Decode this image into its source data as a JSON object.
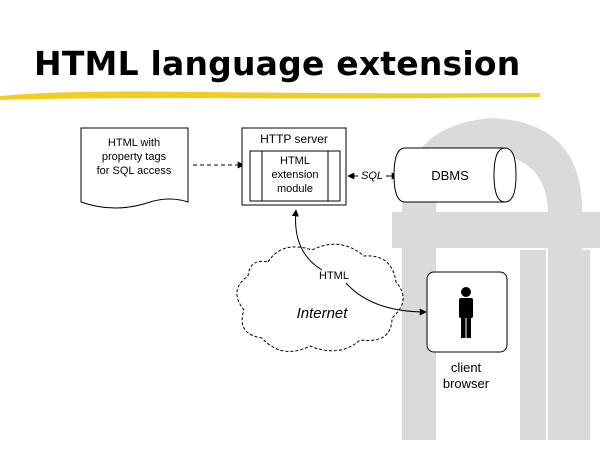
{
  "slide": {
    "title": "HTML language extension"
  },
  "diagram": {
    "document": {
      "lines": [
        "HTML with",
        "property tags",
        "for SQL access"
      ]
    },
    "http_server": {
      "label": "HTTP server",
      "module_lines": [
        "HTML",
        "extension",
        "module"
      ]
    },
    "sql_label": "SQL",
    "dbms_label": "DBMS",
    "html_label": "HTML",
    "internet_label": "Internet",
    "client": {
      "lines": [
        "client",
        "browser"
      ]
    }
  },
  "colors": {
    "underline": "#f2cc22",
    "watermark": "#d6d6d6"
  }
}
